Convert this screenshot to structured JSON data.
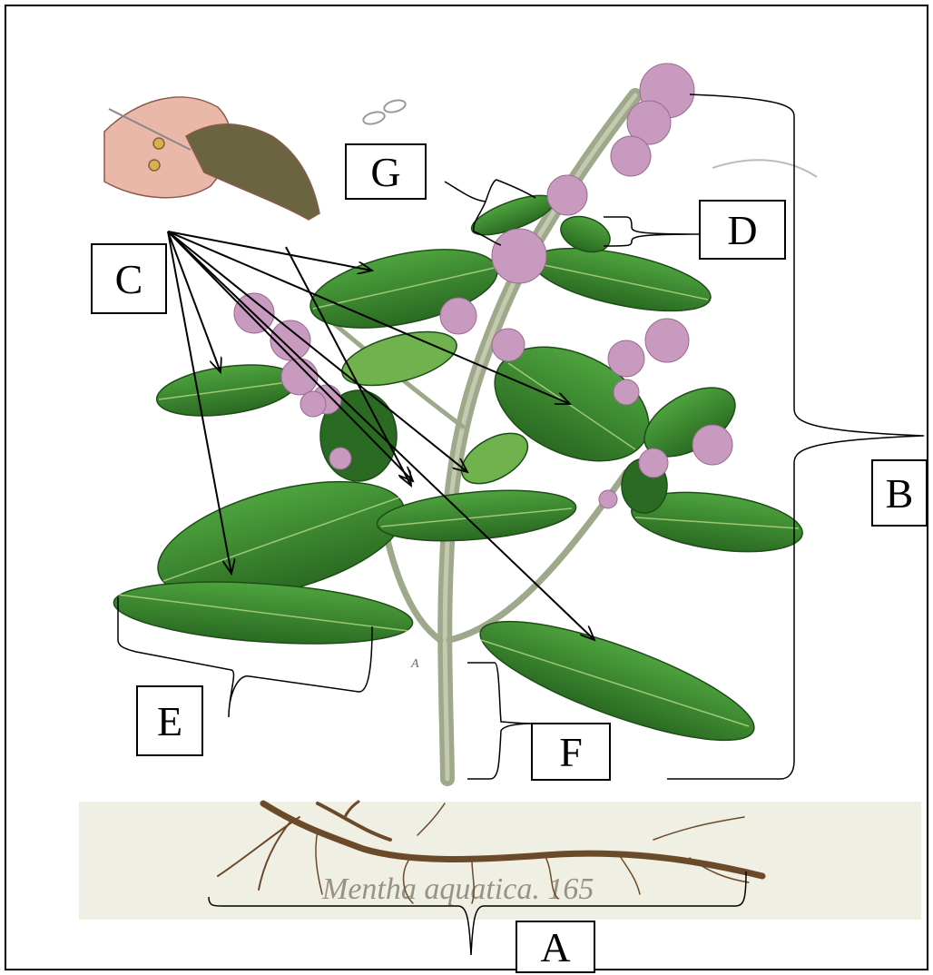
{
  "diagram": {
    "labels": {
      "a": "A",
      "b": "B",
      "c": "C",
      "d": "D",
      "e": "E",
      "f": "F",
      "g": "G"
    },
    "caption": "Mentha aquatica. 165",
    "colors": {
      "leaf": "#3f8f33",
      "leaf_dark": "#2a6a22",
      "leaf_light": "#6fb24e",
      "stem": "#9ea88a",
      "flower": "#c89ac0",
      "root": "#6b4a2a",
      "root_band": "#f0efe4",
      "corolla": "#eab8a8"
    }
  }
}
